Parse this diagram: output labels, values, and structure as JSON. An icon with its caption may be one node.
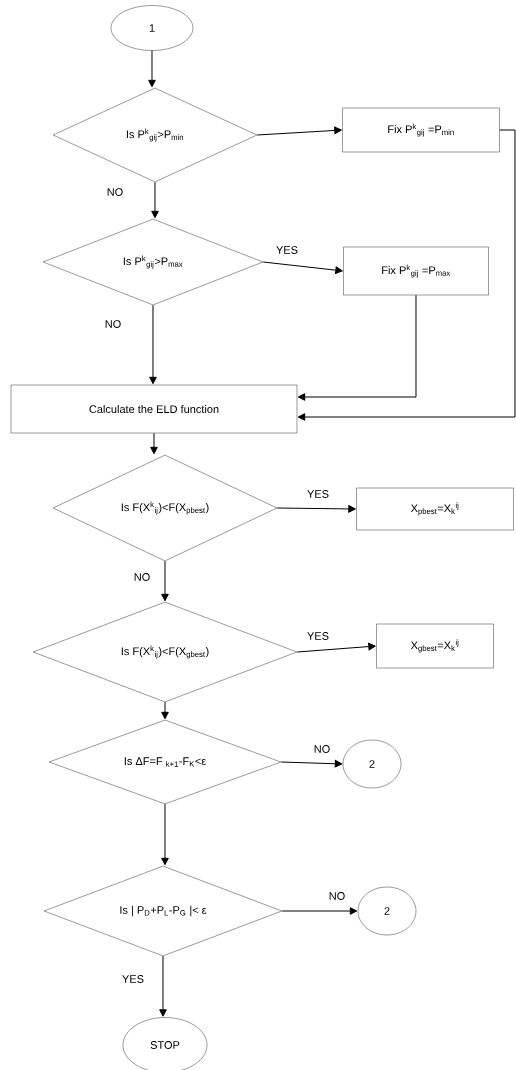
{
  "diagram": {
    "nodes": [
      {
        "text": [
          "1"
        ]
      },
      {
        "text": [
          "Is P$^{k}$$_{gij}$>P$_{min}$"
        ]
      },
      {
        "text": [
          "Fix P$^{k}$$_{gij}$ =P$_{min}$"
        ]
      },
      {
        "text": [
          "Is P$^{k}$$_{gij}$>P$_{max}$"
        ]
      },
      {
        "text": [
          "Fix P$^{k}$$_{gij}$ =P$_{max}$"
        ]
      },
      {
        "text": [
          "Calculate the ELD function"
        ]
      },
      {
        "text": [
          "Is F(X$^{k}$$_{ij}$)<F(X$_{pbest}$)"
        ]
      },
      {
        "text": [
          "X$_{pbest}$=X$_{k}$$^{ij}$"
        ]
      },
      {
        "text": [
          "Is F(X$^{k}$$_{ij}$)<F(X$_{gbest}$)"
        ]
      },
      {
        "text": [
          "X$_{gbest}$=X$_{k}$$^{ij}$"
        ]
      },
      {
        "text": [
          "Is ΔF=F $_{k+1}$-F$_{K}$<ε"
        ]
      },
      {
        "text": [
          "2"
        ]
      },
      {
        "text": [
          "Is | P$_{D}$+P$_{L}$-P$_{G}$ |< ε"
        ]
      },
      {
        "text": [
          "2"
        ]
      },
      {
        "text": [
          "STOP"
        ]
      }
    ],
    "edges": [
      {
        "from": 0,
        "to": 1,
        "arrow": "to"
      },
      {
        "from": 1,
        "to": 2,
        "arrow": "to"
      },
      {
        "from": 1,
        "to": 3,
        "arrow": "to",
        "label": "NO"
      },
      {
        "from": 3,
        "to": 4,
        "arrow": "to",
        "label": "YES"
      },
      {
        "from": 3,
        "to": 5,
        "arrow": "to",
        "label": "NO"
      },
      {
        "from": 4,
        "to": 5,
        "arrow": "to"
      },
      {
        "from": 2,
        "to": 5,
        "arrow": "to"
      },
      {
        "from": 5,
        "to": 6,
        "arrow": "to"
      },
      {
        "from": 6,
        "to": 7,
        "arrow": "to",
        "label": "YES"
      },
      {
        "from": 6,
        "to": 8,
        "arrow": "to",
        "label": "NO"
      },
      {
        "from": 8,
        "to": 9,
        "arrow": "to",
        "label": "YES"
      },
      {
        "from": 8,
        "to": 10,
        "arrow": "to"
      },
      {
        "from": 10,
        "to": 11,
        "arrow": "to",
        "label": "NO"
      },
      {
        "from": 10,
        "to": 12,
        "arrow": "to"
      },
      {
        "from": 12,
        "to": 13,
        "arrow": "to",
        "label": "NO"
      },
      {
        "from": 12,
        "to": 14,
        "arrow": "to",
        "label": "YES"
      }
    ]
  }
}
